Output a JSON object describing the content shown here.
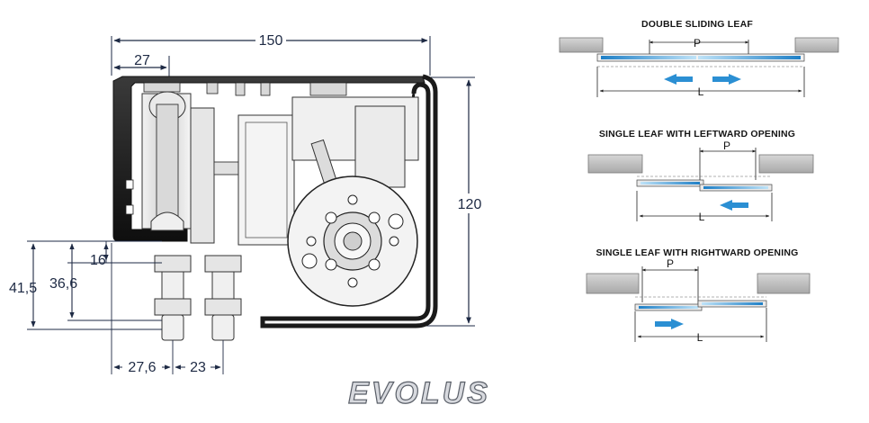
{
  "drawing": {
    "dimensions": {
      "overall_width": "150",
      "top_offset": "27",
      "height": "120",
      "left_dim_1": "41,5",
      "left_dim_2": "36,6",
      "left_dim_3": "16",
      "bottom_dim_1": "27,6",
      "bottom_dim_2": "23"
    }
  },
  "legends": {
    "double": {
      "title": "DOUBLE SLIDING LEAF",
      "p": "P",
      "l": "L"
    },
    "left": {
      "title": "SINGLE LEAF WITH LEFTWARD OPENING",
      "p": "P",
      "l": "L"
    },
    "right": {
      "title": "SINGLE LEAF WITH RIGHTWARD OPENING",
      "p": "P",
      "l": "L"
    }
  },
  "brand": {
    "name": "EVOLUS"
  },
  "colors": {
    "dimension_line": "#1e2a44",
    "leaf_blue": "#2b8fd3",
    "wall_gray": "#bdbdbd",
    "profile_dark": "#1a1a1a"
  }
}
